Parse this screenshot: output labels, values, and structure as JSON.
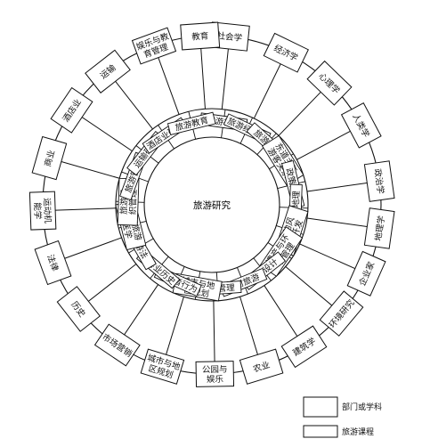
{
  "center_label": "旅游研究",
  "disciplines": [
    {
      "label": "社会学",
      "angle": -84
    },
    {
      "label": "经济学",
      "angle": -64
    },
    {
      "label": "心理学",
      "angle": -46
    },
    {
      "label": "人类学",
      "angle": -28
    },
    {
      "label": "政治学",
      "angle": -8
    },
    {
      "label": "地理学",
      "angle": 8
    },
    {
      "label": "企业家",
      "angle": 24
    },
    {
      "label": "环境研究",
      "angle": 40
    },
    {
      "label": "建筑学",
      "angle": 57
    },
    {
      "label": "农业",
      "angle": 73
    },
    {
      "label": "公园与娱乐",
      "angle": 89
    },
    {
      "label": "城市与地区规划",
      "angle": 107
    },
    {
      "label": "市场营销",
      "angle": 124
    },
    {
      "label": "历史",
      "angle": 142
    },
    {
      "label": "法律",
      "angle": 160
    },
    {
      "label": "运动机能学",
      "angle": 178
    },
    {
      "label": "商业",
      "angle": 196
    },
    {
      "label": "酒店业",
      "angle": 214
    },
    {
      "label": "运输",
      "angle": 232
    },
    {
      "label": "娱乐与教育管理",
      "angle": 250
    },
    {
      "label": "教育",
      "angle": 266
    }
  ],
  "courses": [
    {
      "label": "旅游社会",
      "angle": -82
    },
    {
      "label": "旅游经济学",
      "angle": -65
    },
    {
      "label": "旅游动机",
      "angle": -48
    },
    {
      "label": "东道主与游客关系",
      "angle": -32
    },
    {
      "label": "政策问题",
      "angle": -14
    },
    {
      "label": "旅游地理",
      "angle": 2
    },
    {
      "label": "新的风险开发",
      "angle": 18
    },
    {
      "label": "遗产与环境管理",
      "angle": 34
    },
    {
      "label": "风景设计",
      "angle": 52
    },
    {
      "label": "乡村旅游",
      "angle": 68
    },
    {
      "label": "娱乐管理",
      "angle": 86
    },
    {
      "label": "城市与地区规划",
      "angle": 100
    },
    {
      "label": "旅游者行为",
      "angle": 114
    },
    {
      "label": "旅游业历史",
      "angle": 130
    },
    {
      "label": "旅游法",
      "angle": 150
    },
    {
      "label": "体育旅游与医学",
      "angle": 166
    },
    {
      "label": "旅游组织管理",
      "angle": 182
    },
    {
      "label": "旅游管理",
      "angle": 200
    },
    {
      "label": "运输研究",
      "angle": 218
    },
    {
      "label": "酒店业研究",
      "angle": 236
    },
    {
      "label": "旅游教育",
      "angle": 256
    }
  ],
  "legend": [
    {
      "label": "部门或学科"
    },
    {
      "label": "旅游课程"
    }
  ]
}
